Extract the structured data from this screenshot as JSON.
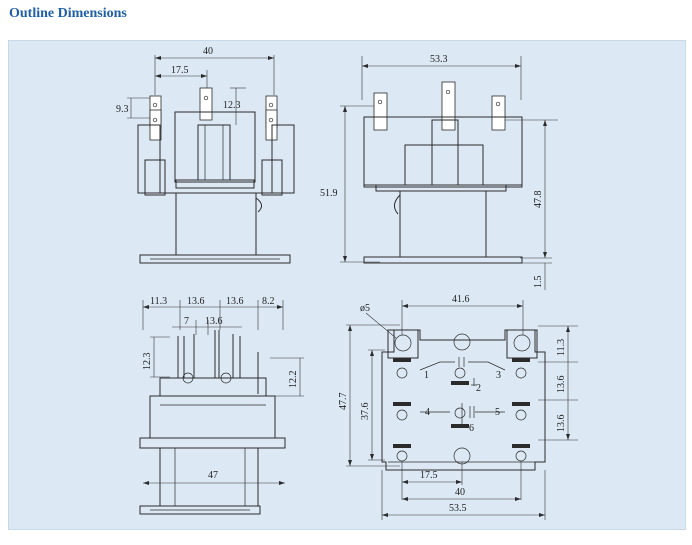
{
  "page": {
    "title": "Outline Dimensions"
  },
  "views": {
    "front": {
      "width": "40",
      "offset": "17.5",
      "terminal_height": "12.3",
      "terminal_offset": "9.3"
    },
    "side": {
      "width": "53.3",
      "height": "51.9",
      "body_height": "47.8",
      "base": "1.5"
    },
    "terminal": {
      "d1": "11.3",
      "d2": "13.6",
      "d3": "13.6",
      "d4": "8.2",
      "d5": "7",
      "d6": "13.6",
      "h1": "12.3",
      "h2": "12.2",
      "width": "47"
    },
    "bottom": {
      "hole": "ø5",
      "top_width": "41.6",
      "outer_height": "47.7",
      "inner_height": "37.6",
      "v1": "11.3",
      "v2": "13.6",
      "v3": "13.6",
      "w1": "17.5",
      "w2": "40",
      "w3": "53.5",
      "pins": [
        "1",
        "2",
        "3",
        "4",
        "5",
        "6"
      ]
    }
  }
}
